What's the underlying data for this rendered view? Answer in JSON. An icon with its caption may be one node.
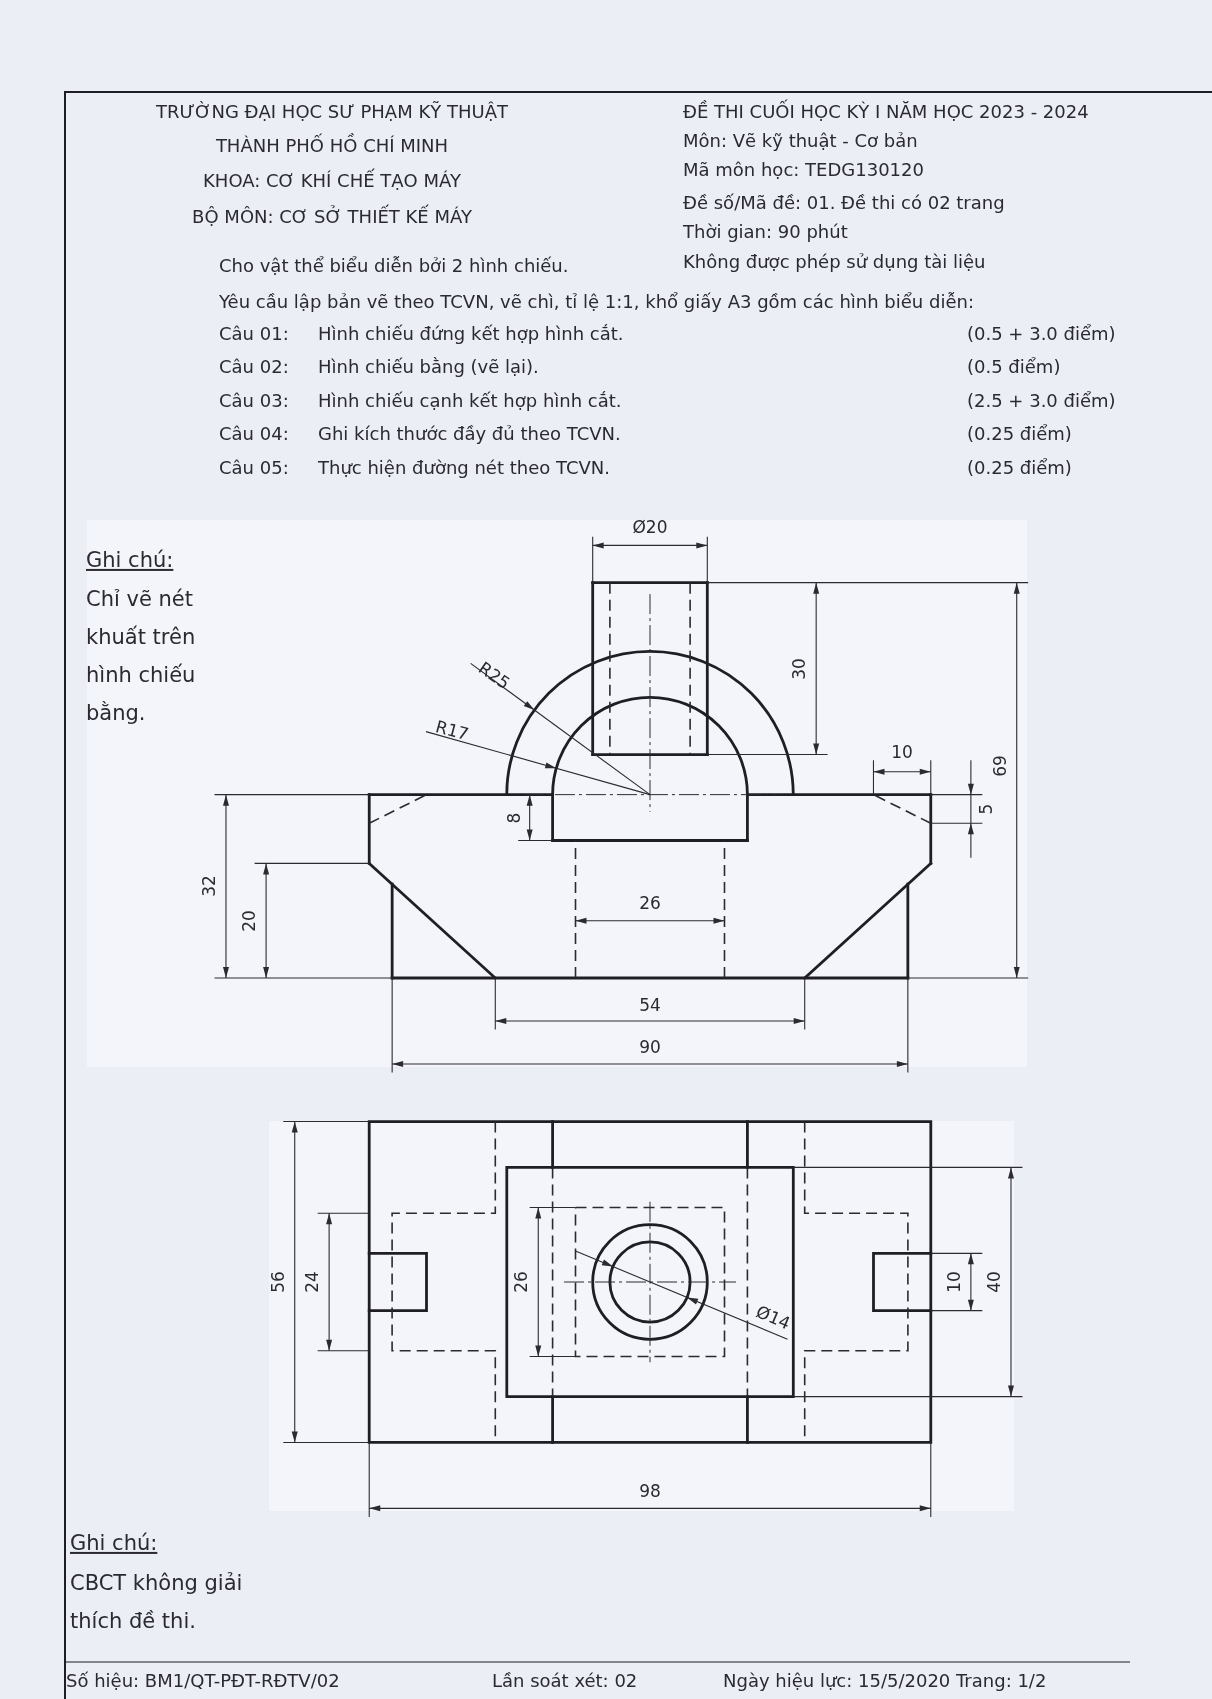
{
  "diagram": {
    "labels": [
      "TRƯỜNG ĐẠI HỌC SƯ PHẠM KỸ THUẬT",
      "ĐỀ THI CUỐI HỌC KỲ I NĂM HỌC 2023 - 2024",
      "THÀNH PHỐ HỒ CHÍ MINH",
      "Môn: Vẽ kỹ thuật - Cơ bản",
      "KHOA: CƠ KHÍ CHẾ TẠO MÁY",
      "Mã môn học: TEDG130120",
      "BỘ MÔN: CƠ SỞ THIẾT KẾ MÁY",
      "Đề số/Mã đề: 01. Đề thi có 02 trang",
      "Thời gian: 90 phút",
      "Cho vật thể biểu diễn bởi 2 hình chiếu.",
      "Không được phép sử dụng tài liệu",
      "Yêu cầu lập bản vẽ theo TCVN, vẽ chì, tỉ lệ 1:1, khổ giấy A3 gồm các hình biểu diễn:",
      "Câu 01:",
      "Hình chiếu đứng kết hợp hình cắt.",
      "(0.5 + 3.0 điểm)",
      "Câu 02:",
      "Hình chiếu bằng (vẽ lại).",
      "(0.5 điểm)",
      "Câu 03:",
      "Hình chiếu cạnh kết hợp hình cắt.",
      "(2.5 + 3.0 điểm)",
      "Câu 04:",
      "Ghi kích thước đầy đủ theo TCVN.",
      "(0.25 điểm)",
      "Câu 05:",
      "Thực hiện đường nét theo TCVN.",
      "(0.25 điểm)",
      "Ghi chú:",
      "Chỉ vẽ nét khuất trên hình chiếu bằng.",
      "Ø20",
      "30",
      "69",
      "R25",
      "R17",
      "10",
      "5",
      "8",
      "32",
      "20",
      "26",
      "54",
      "90",
      "56",
      "24",
      "26",
      "Ø14",
      "10",
      "40",
      "98",
      "Ghi chú:",
      "CBCT không giải thích đề thi.",
      "Số hiệu: BM1/QT-PĐT-RĐTV/02",
      "Lần soát xét: 02",
      "Ngày hiệu lực: 15/5/2020 Trang: 1/2"
    ]
  }
}
